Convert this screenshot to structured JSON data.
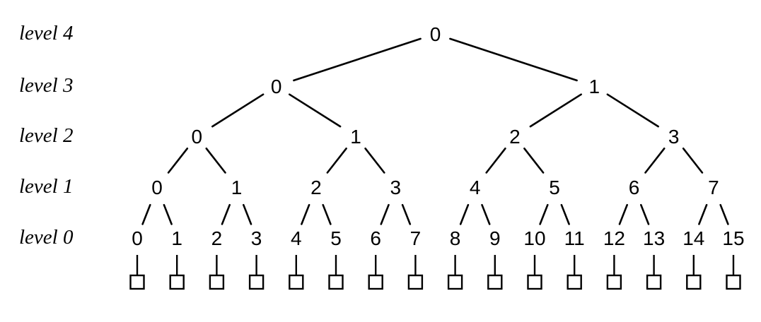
{
  "diagram": {
    "type": "binary-tree",
    "background": "#ffffff",
    "line_color": "#000000",
    "text_color": "#000000",
    "rows": [
      {
        "label": "level 4",
        "nodes": [
          "0"
        ]
      },
      {
        "label": "level 3",
        "nodes": [
          "0",
          "1"
        ]
      },
      {
        "label": "level 2",
        "nodes": [
          "0",
          "1",
          "2",
          "3"
        ]
      },
      {
        "label": "level 1",
        "nodes": [
          "0",
          "1",
          "2",
          "3",
          "4",
          "5",
          "6",
          "7"
        ]
      },
      {
        "label": "level 0",
        "nodes": [
          "0",
          "1",
          "2",
          "3",
          "4",
          "5",
          "6",
          "7",
          "8",
          "9",
          "10",
          "11",
          "12",
          "13",
          "14",
          "15"
        ]
      }
    ],
    "leaf_boxes": {
      "count": 16,
      "shape": "square-outline"
    }
  }
}
